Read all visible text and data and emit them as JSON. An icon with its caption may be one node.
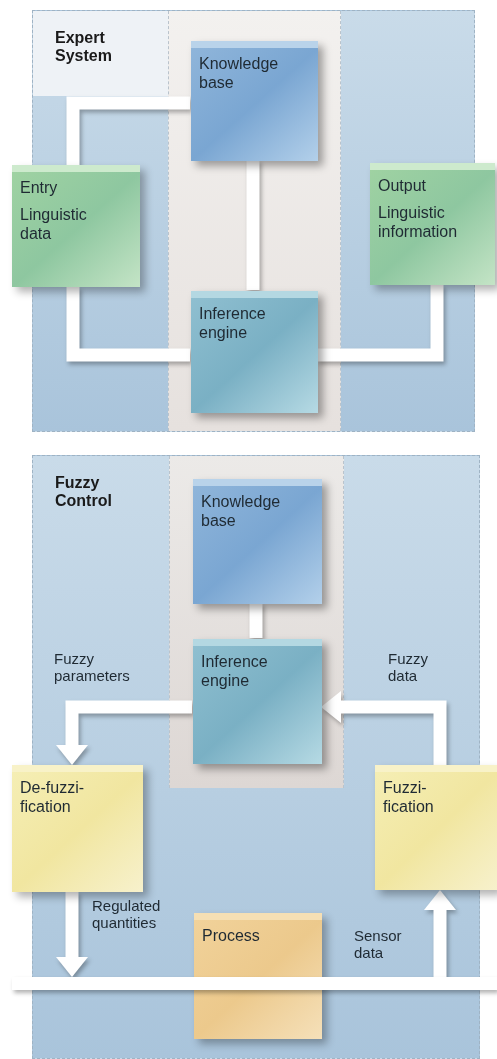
{
  "diagram": {
    "nodes": [
      {
        "text": [
          "Expert System"
        ]
      },
      {
        "text": [
          "Knowledge base"
        ],
        "in": 0
      },
      {
        "text": [
          "Entry",
          "Linguistic data"
        ]
      },
      {
        "text": [
          "Output",
          "Linguistic information"
        ]
      },
      {
        "text": [
          "Inference engine"
        ],
        "in": 0
      },
      {
        "text": [
          "Fuzzy Control"
        ]
      },
      {
        "text": [
          "Knowledge base"
        ],
        "in": 5
      },
      {
        "text": [
          "Inference engine"
        ],
        "in": 5
      },
      {
        "text": [
          "De-fuzzi- fication"
        ]
      },
      {
        "text": [
          "Fuzzi- fication"
        ]
      },
      {
        "text": [
          "Process"
        ],
        "in": 5
      },
      {
        "text": [],
        "shape": "bar"
      }
    ],
    "edges": [
      {
        "from": 2,
        "to": 1,
        "arrow": "none"
      },
      {
        "from": 1,
        "to": 4,
        "arrow": "none"
      },
      {
        "from": 2,
        "to": 4,
        "arrow": "none"
      },
      {
        "from": 4,
        "to": 3,
        "arrow": "none"
      },
      {
        "from": 6,
        "to": 7,
        "arrow": "none"
      },
      {
        "from": 7,
        "to": 8,
        "arrow": "to",
        "label": "Fuzzy parameters"
      },
      {
        "from": 9,
        "to": 7,
        "arrow": "to",
        "label": "Fuzzy data"
      },
      {
        "from": 8,
        "to": 11,
        "arrow": "to",
        "label": "Regulated quantities"
      },
      {
        "from": 11,
        "to": 9,
        "arrow": "to",
        "label": "Sensor data"
      }
    ]
  }
}
